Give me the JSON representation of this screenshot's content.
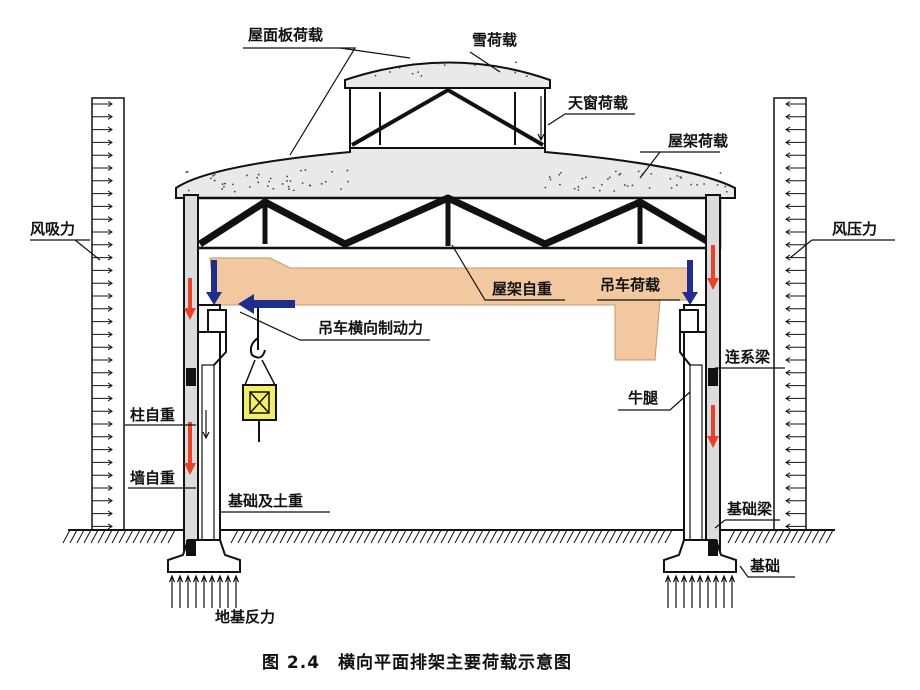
{
  "labels": {
    "roof_panel_load": "屋面板荷载",
    "snow_load": "雪荷载",
    "skylight_load": "天窗荷载",
    "truss_load": "屋架荷载",
    "wind_suction": "风吸力",
    "wind_pressure": "风压力",
    "truss_self_weight": "屋架自重",
    "crane_load": "吊车荷载",
    "crane_braking": "吊车横向制动力",
    "tie_beam": "连系梁",
    "corbel": "牛腿",
    "column_self_weight": "柱自重",
    "wall_self_weight": "墙自重",
    "foundation_soil_weight": "基础及土重",
    "foundation_beam": "基础梁",
    "foundation": "基础",
    "ground_reaction": "地基反力"
  },
  "caption": "图 2.4　横向平面排架主要荷载示意图",
  "colors": {
    "red_arrow": "#e8432a",
    "blue_arrow": "#1f2e8c",
    "crane_beam": "#f2c8a0",
    "weight_box": "#f3ee6a"
  }
}
